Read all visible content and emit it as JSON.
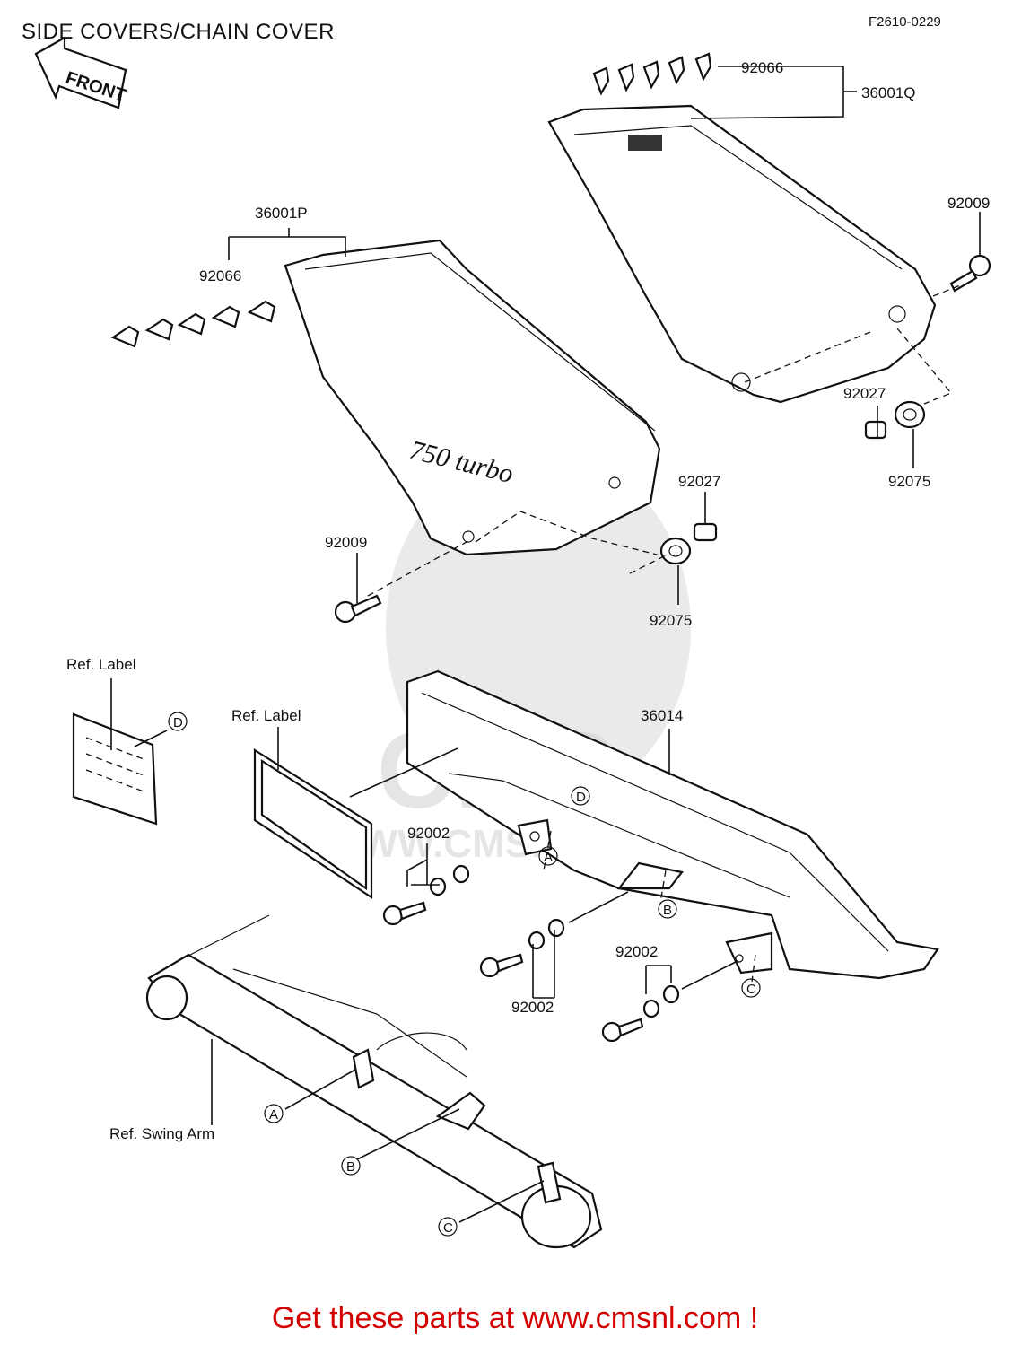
{
  "header": {
    "title": "SIDE COVERS/CHAIN COVER",
    "figure_code": "F2610-0229",
    "front_label": "FRONT"
  },
  "emblem_text": "750 turbo",
  "parts": [
    {
      "id": "label-92066-right",
      "text": "92066"
    },
    {
      "id": "label-36001Q",
      "text": "36001Q"
    },
    {
      "id": "label-36001P",
      "text": "36001P"
    },
    {
      "id": "label-92066-left",
      "text": "92066"
    },
    {
      "id": "label-92009-right",
      "text": "92009"
    },
    {
      "id": "label-92027-right",
      "text": "92027"
    },
    {
      "id": "label-92075-right",
      "text": "92075"
    },
    {
      "id": "label-92027-center",
      "text": "92027"
    },
    {
      "id": "label-92009-left",
      "text": "92009"
    },
    {
      "id": "label-92075-center",
      "text": "92075"
    },
    {
      "id": "label-ref-label-1",
      "text": "Ref. Label"
    },
    {
      "id": "label-ref-label-2",
      "text": "Ref. Label"
    },
    {
      "id": "label-36014",
      "text": "36014"
    },
    {
      "id": "label-92002-a",
      "text": "92002"
    },
    {
      "id": "label-92002-b",
      "text": "92002"
    },
    {
      "id": "label-92002-c",
      "text": "92002"
    },
    {
      "id": "label-ref-swing-arm",
      "text": "Ref. Swing Arm"
    }
  ],
  "reference_letters": {
    "A": "A",
    "B": "B",
    "C": "C",
    "D": "D"
  },
  "footer": {
    "text": "Get these parts at www.cmsnl.com !",
    "color": "#d40000"
  },
  "watermark": {
    "brand": "CMS",
    "url": "WWW.CMSNL.COM"
  }
}
